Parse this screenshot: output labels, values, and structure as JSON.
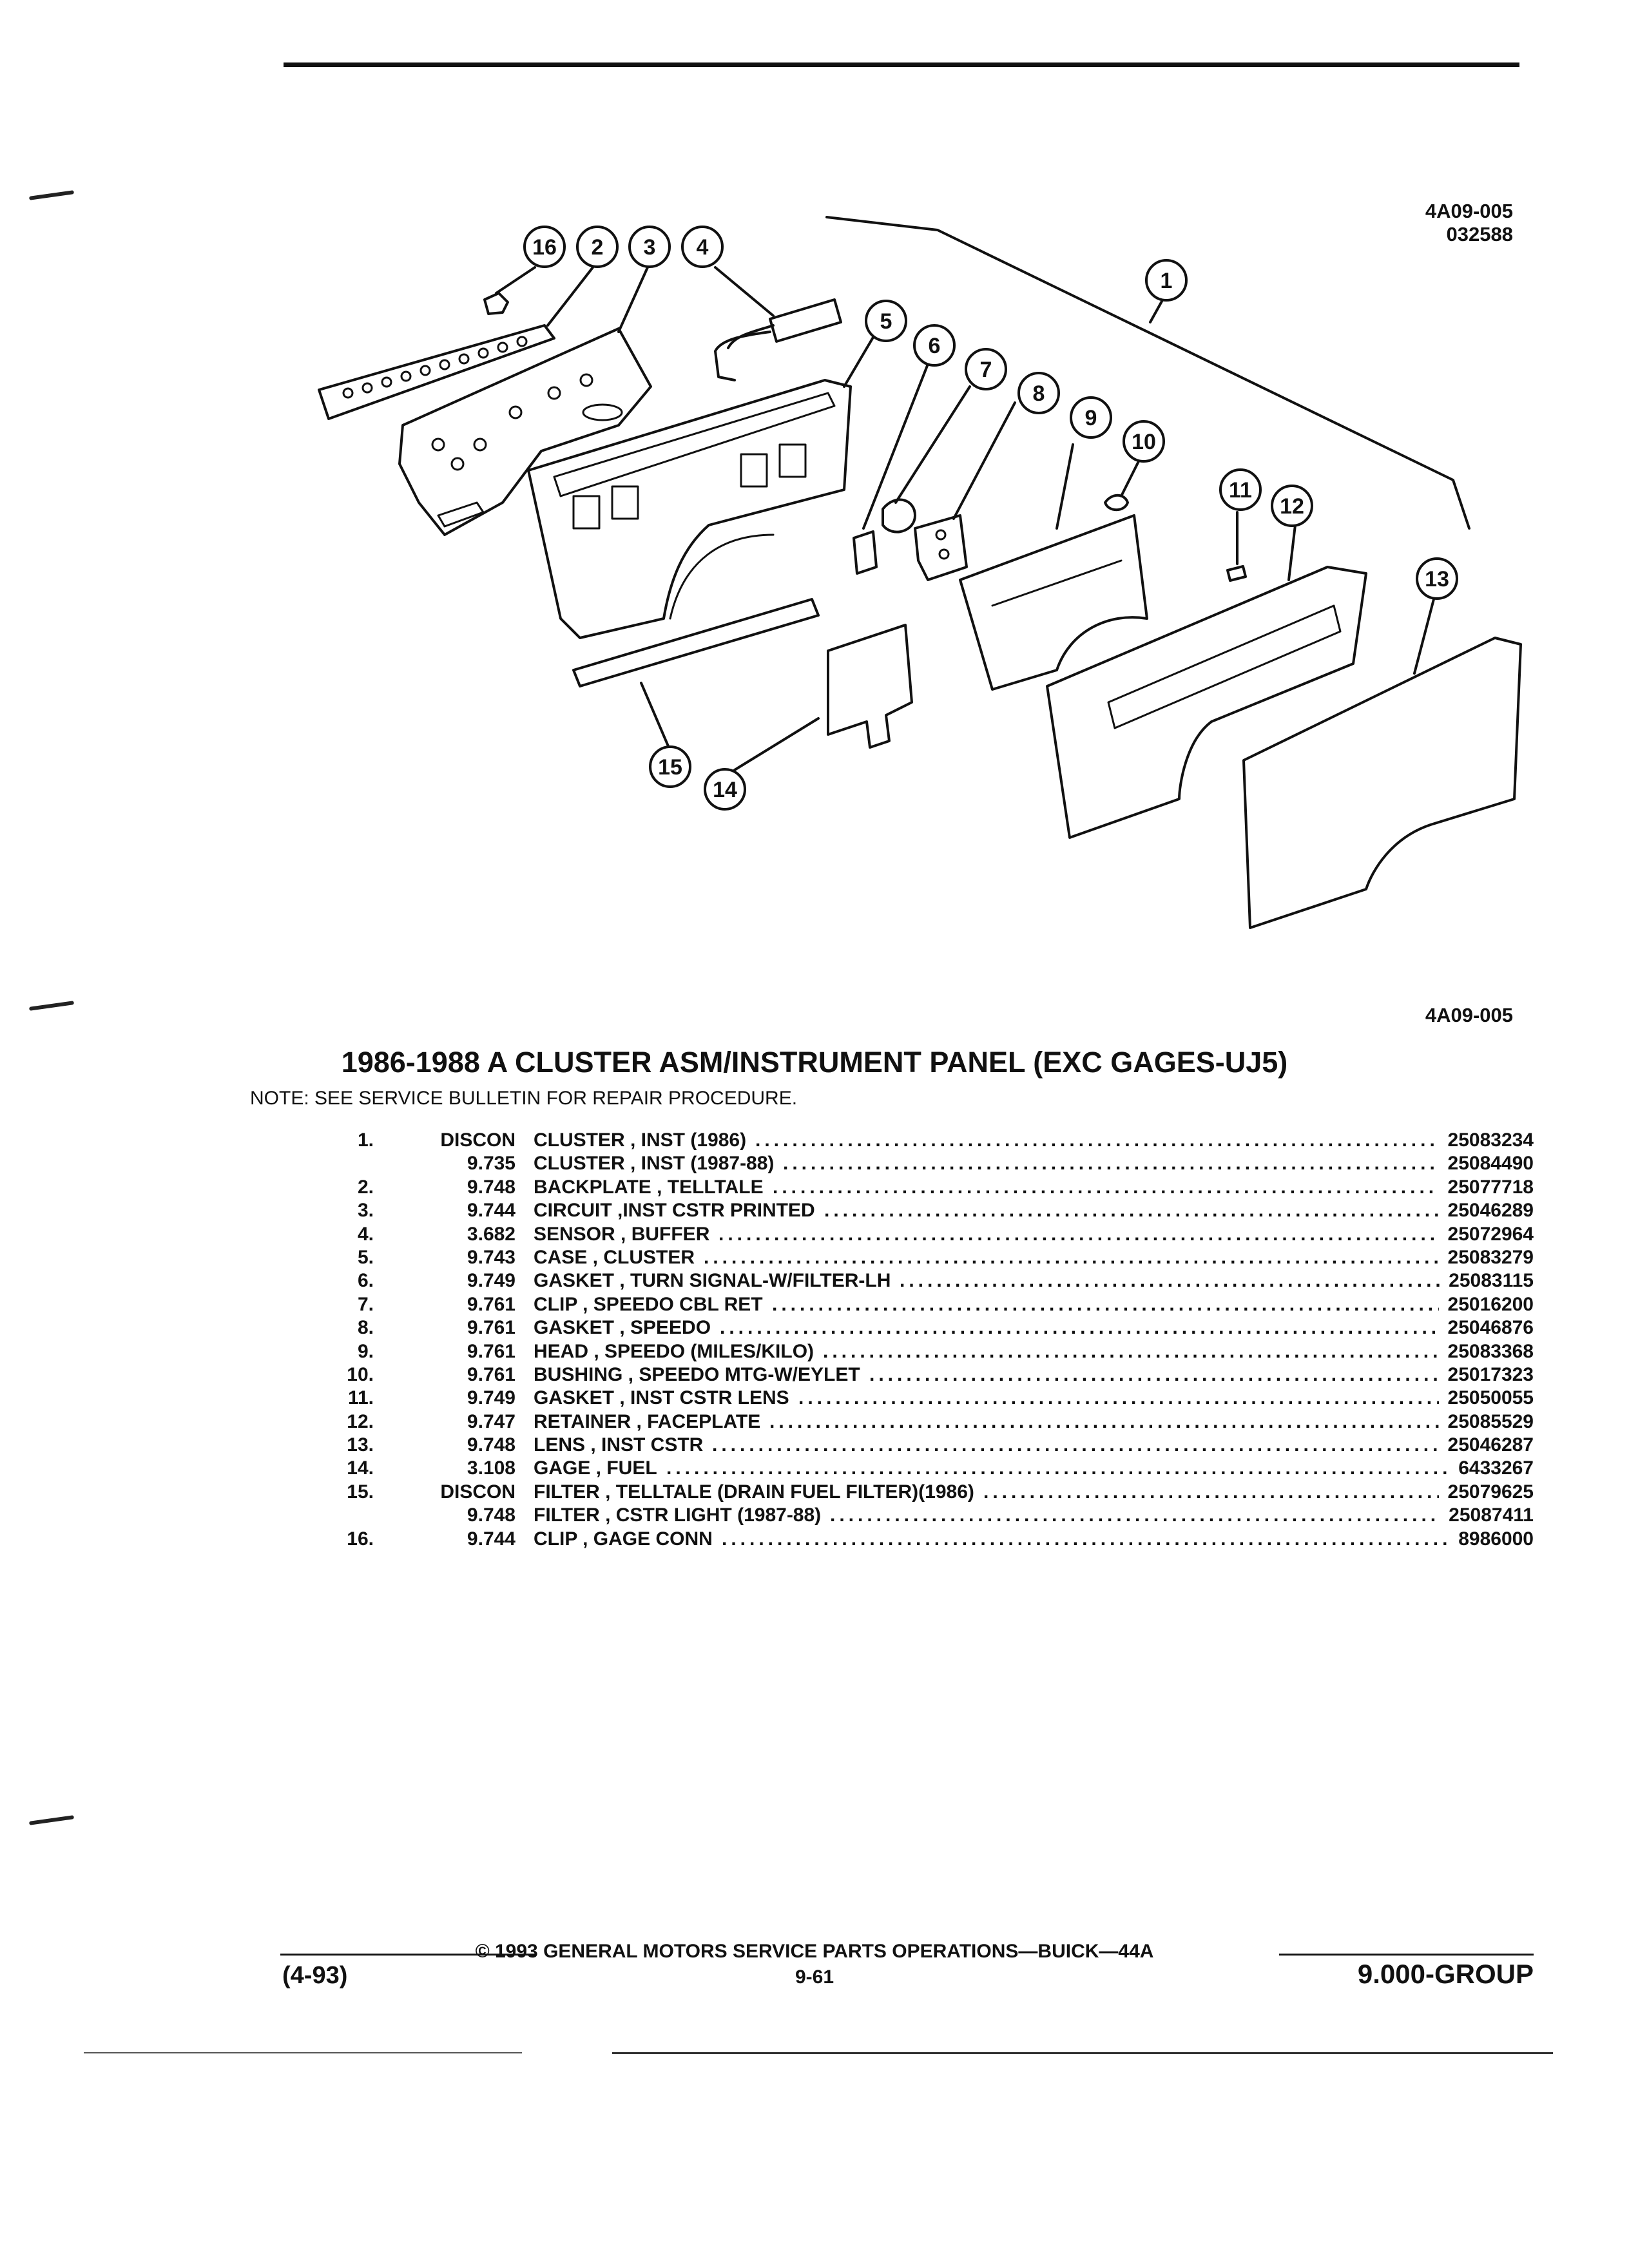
{
  "header": {
    "ref_top_1": "4A09-005",
    "ref_top_2": "032588",
    "ref_bottom": "4A09-005"
  },
  "diagram": {
    "callouts": [
      "1",
      "2",
      "3",
      "4",
      "5",
      "6",
      "7",
      "8",
      "9",
      "10",
      "11",
      "12",
      "13",
      "14",
      "15",
      "16"
    ]
  },
  "title": "1986-1988 A CLUSTER ASM/INSTRUMENT PANEL (EXC GAGES-UJ5)",
  "note": "NOTE: SEE SERVICE BULLETIN FOR REPAIR PROCEDURE.",
  "parts": [
    {
      "num": "1.",
      "code": "DISCON",
      "name": "CLUSTER , INST (1986)",
      "pn": "25083234"
    },
    {
      "num": "",
      "code": "9.735",
      "name": "CLUSTER , INST (1987-88)",
      "pn": "25084490"
    },
    {
      "num": "2.",
      "code": "9.748",
      "name": "BACKPLATE , TELLTALE",
      "pn": "25077718"
    },
    {
      "num": "3.",
      "code": "9.744",
      "name": "CIRCUIT ,INST CSTR PRINTED",
      "pn": "25046289"
    },
    {
      "num": "4.",
      "code": "3.682",
      "name": "SENSOR , BUFFER",
      "pn": "25072964"
    },
    {
      "num": "5.",
      "code": "9.743",
      "name": "CASE , CLUSTER",
      "pn": "25083279"
    },
    {
      "num": "6.",
      "code": "9.749",
      "name": "GASKET , TURN SIGNAL-W/FILTER-LH",
      "pn": "25083115"
    },
    {
      "num": "7.",
      "code": "9.761",
      "name": "CLIP , SPEEDO CBL RET",
      "pn": "25016200"
    },
    {
      "num": "8.",
      "code": "9.761",
      "name": "GASKET , SPEEDO",
      "pn": "25046876"
    },
    {
      "num": "9.",
      "code": "9.761",
      "name": "HEAD , SPEEDO (MILES/KILO)",
      "pn": "25083368"
    },
    {
      "num": "10.",
      "code": "9.761",
      "name": "BUSHING , SPEEDO MTG-W/EYLET",
      "pn": "25017323"
    },
    {
      "num": "11.",
      "code": "9.749",
      "name": "GASKET , INST CSTR LENS",
      "pn": "25050055"
    },
    {
      "num": "12.",
      "code": "9.747",
      "name": "RETAINER , FACEPLATE",
      "pn": "25085529"
    },
    {
      "num": "13.",
      "code": "9.748",
      "name": "LENS , INST CSTR",
      "pn": "25046287"
    },
    {
      "num": "14.",
      "code": "3.108",
      "name": "GAGE , FUEL",
      "pn": "6433267"
    },
    {
      "num": "15.",
      "code": "DISCON",
      "name": "FILTER , TELLTALE (DRAIN FUEL FILTER)(1986)",
      "pn": "25079625"
    },
    {
      "num": "",
      "code": "9.748",
      "name": "FILTER , CSTR LIGHT (1987-88)",
      "pn": "25087411"
    },
    {
      "num": "16.",
      "code": "9.744",
      "name": "CLIP , GAGE CONN",
      "pn": "8986000"
    }
  ],
  "footer": {
    "copyright": "©  1993  GENERAL MOTORS SERVICE PARTS OPERATIONS—BUICK—44A",
    "date": "(4-93)",
    "page": "9-61",
    "group": "9.000-GROUP"
  }
}
